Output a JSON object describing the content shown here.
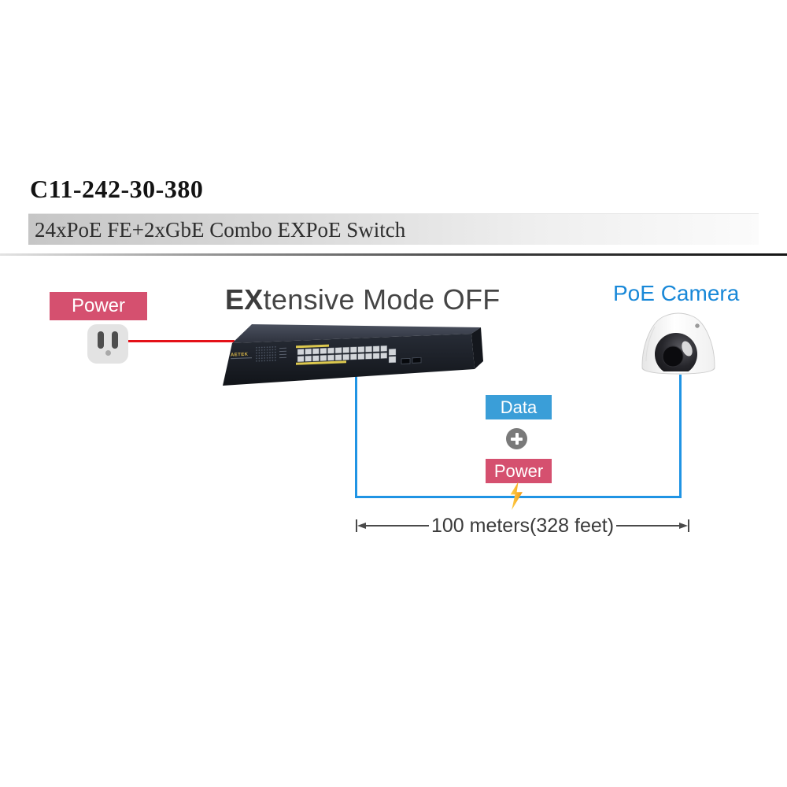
{
  "header": {
    "model": "C11-242-30-380",
    "product_name": "24xPoE FE+2xGbE Combo EXPoE Switch"
  },
  "diagram": {
    "mode_title": {
      "prefix": "EX",
      "rest": "tensive Mode OFF"
    },
    "power_source_label": "Power",
    "switch": {
      "brand": "AETEK",
      "poe_ports": 24,
      "combo_ports": 2,
      "sfp_slots": 2
    },
    "camera_label": "PoE Camera",
    "link": {
      "data_label": "Data",
      "power_label": "Power",
      "distance_label": "100 meters(328 feet)"
    }
  },
  "colors": {
    "power_pink": "#d5506f",
    "data_blue": "#3a9ed8",
    "camera_label_blue": "#1888d8",
    "cable_blue": "#2094e4",
    "cable_red": "#e41118",
    "plus_gray": "#7a7a7a",
    "bolt_yellow": "#f9b233",
    "dim_gray": "#4a4a4a"
  }
}
